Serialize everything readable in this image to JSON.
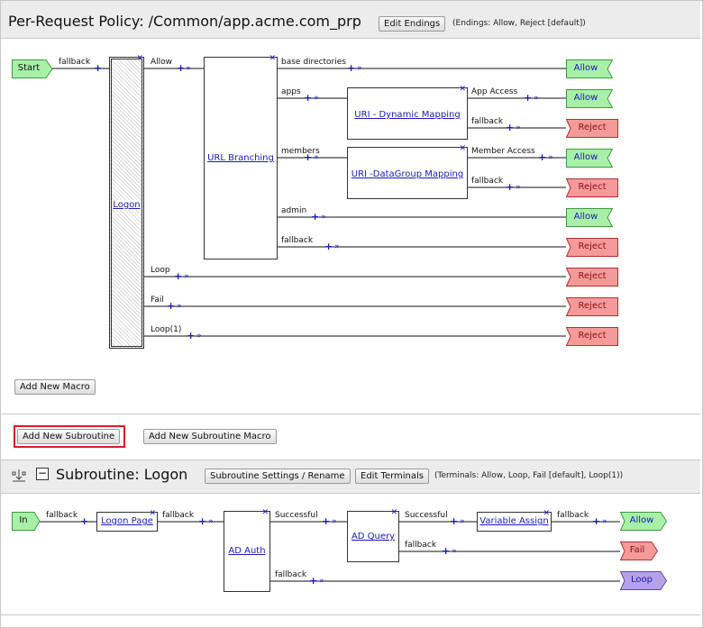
{
  "policy": {
    "title": "Per-Request Policy: /Common/app.acme.com_prp",
    "edit_endings_label": "Edit Endings",
    "endings_text": "(Endings: Allow, Reject [default])",
    "add_macro_label": "Add New Macro",
    "add_subroutine_label": "Add New Subroutine",
    "add_subroutine_macro_label": "Add New Subroutine Macro"
  },
  "main_flow": {
    "start_label": "Start",
    "logon_label": "Logon",
    "url_branching_label": "URL Branching",
    "uri_dynamic_label": "URI - Dynamic Mapping",
    "uri_datagroup_label": "URI -DataGroup Mapping",
    "branches": {
      "fallback_start": "fallback",
      "allow": "Allow",
      "loop": "Loop",
      "fail": "Fail",
      "loop1": "Loop(1)",
      "base_directories": "base directories",
      "apps": "apps",
      "members": "members",
      "admin": "admin",
      "fallback_url": "fallback",
      "app_access": "App Access",
      "fallback_dyn": "fallback",
      "member_access": "Member Access",
      "fallback_dg": "fallback"
    },
    "endings": {
      "allow": "Allow",
      "reject": "Reject"
    }
  },
  "subroutine": {
    "title": "Subroutine: Logon",
    "settings_label": "Subroutine Settings / Rename",
    "edit_terminals_label": "Edit Terminals",
    "terminals_text": "(Terminals: Allow, Loop, Fail [default], Loop(1))",
    "collapse_symbol": "−",
    "in_label": "In",
    "logon_page_label": "Logon Page",
    "ad_auth_label": "AD Auth",
    "ad_query_label": "AD Query",
    "variable_assign_label": "Variable Assign",
    "branches": {
      "fallback_in": "fallback",
      "fallback_logon_page": "fallback",
      "successful_auth": "Successful",
      "fallback_auth": "fallback",
      "successful_query": "Successful",
      "fallback_query": "fallback",
      "fallback_var": "fallback"
    },
    "terminals": {
      "allow": "Allow",
      "fail": "Fail",
      "loop": "Loop"
    }
  },
  "colors": {
    "allow_fill": "#a8f0a8",
    "allow_border": "#3c9a3c",
    "reject_fill": "#f59a9a",
    "reject_border": "#b23030",
    "fail_fill": "#f59a9a",
    "loop_fill": "#b6a2e6",
    "loop_border": "#5e48a8",
    "link": "#1a1ab8",
    "highlight": "#d81e1e"
  }
}
